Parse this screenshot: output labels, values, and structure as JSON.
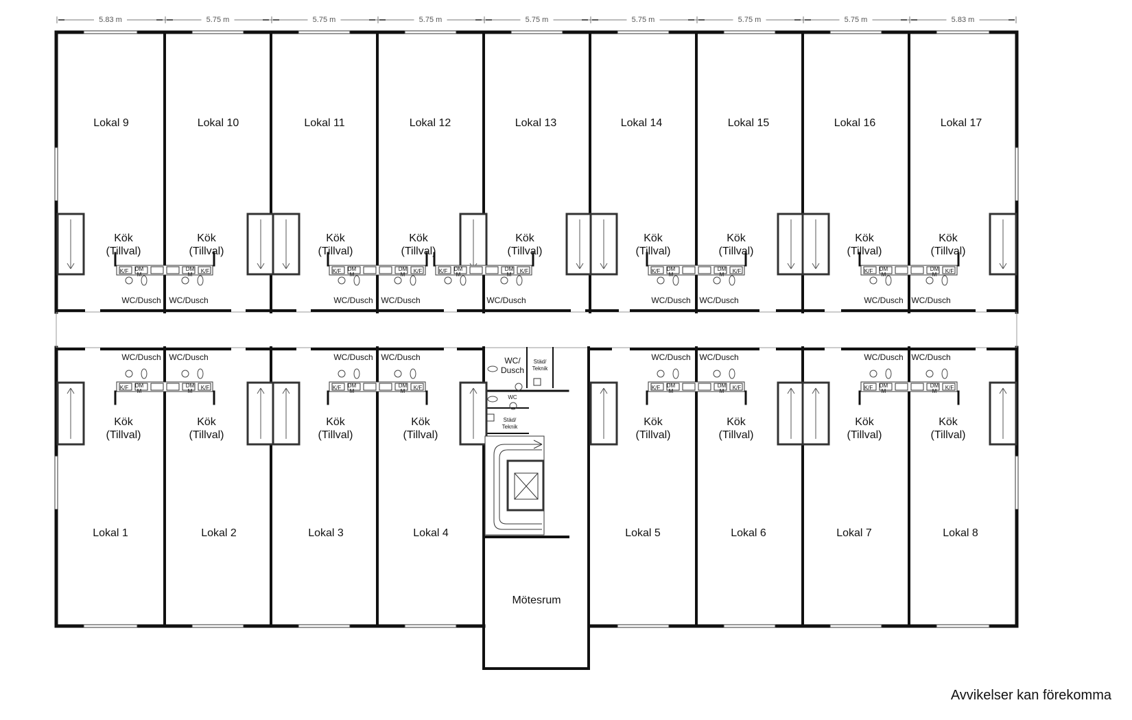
{
  "dimensions": [
    "5.83 m",
    "5.75 m",
    "5.75 m",
    "5.75 m",
    "5.75 m",
    "5.75 m",
    "5.75 m",
    "5.75 m",
    "5.83 m"
  ],
  "top_units": [
    "Lokal 9",
    "Lokal 10",
    "Lokal 11",
    "Lokal 12",
    "Lokal 13",
    "Lokal 14",
    "Lokal 15",
    "Lokal 16",
    "Lokal 17"
  ],
  "bottom_units": [
    "Lokal 1",
    "Lokal 2",
    "Lokal 3",
    "Lokal 4",
    "Lokal 5",
    "Lokal 6",
    "Lokal 7",
    "Lokal 8"
  ],
  "kitchen": {
    "line1": "Kök",
    "line2": "(Tillval)"
  },
  "bathroom_label": "WC/Dusch",
  "fixture_labels": {
    "kf": "K/F",
    "dm": "DM",
    "m": "M"
  },
  "core": {
    "wc_dusch_line1": "WC/",
    "wc_dusch_line2": "Dusch",
    "stad1_line1": "Städ/",
    "stad1_line2": "Teknik",
    "wc": "WC",
    "stad2_line1": "Städ/",
    "stad2_line2": "Teknik",
    "meeting_room": "Mötesrum"
  },
  "disclaimer": "Avvikelser kan förekomma"
}
